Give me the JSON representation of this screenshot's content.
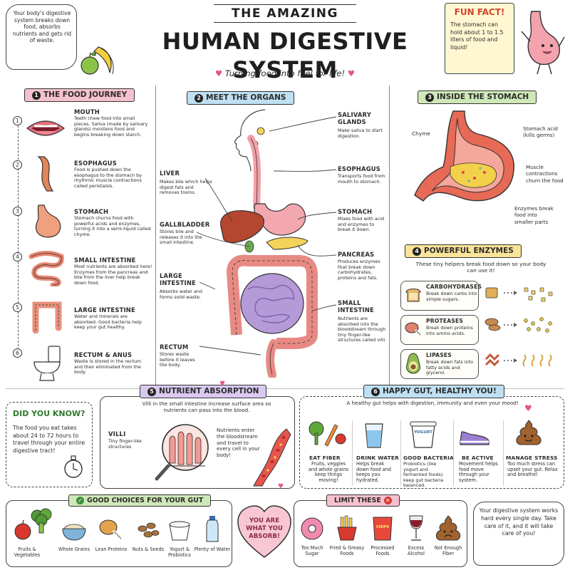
{
  "header": {
    "kicker": "THE AMAZING",
    "title": "HUMAN DIGESTIVE SYSTEM",
    "subtitle": "Turning food into fuel for life!"
  },
  "intro_note": "Your body's digestive system breaks down food, absorbs nutrients and gets rid of waste.",
  "fun_fact": {
    "title": "FUN FACT!",
    "text": "The stomach can hold about 1 to 1.5 liters of food and liquid!"
  },
  "food_journey": {
    "title": "THE FOOD JOURNEY",
    "number": "1",
    "steps": [
      {
        "n": "1",
        "name": "MOUTH",
        "text": "Teeth chew food into small pieces. Saliva (made by salivary glands) moistens food and begins breaking down starch."
      },
      {
        "n": "2",
        "name": "ESOPHAGUS",
        "text": "Food is pushed down the esophagus to the stomach by rhythmic muscle contractions called peristalsis."
      },
      {
        "n": "3",
        "name": "STOMACH",
        "text": "Stomach churns food with powerful acids and enzymes, turning it into a semi-liquid called chyme."
      },
      {
        "n": "4",
        "name": "SMALL INTESTINE",
        "text": "Most nutrients are absorbed here! Enzymes from the pancreas and bile from the liver help break down food."
      },
      {
        "n": "5",
        "name": "LARGE INTESTINE",
        "text": "Water and minerals are absorbed. Good bacteria help keep your gut healthy."
      },
      {
        "n": "6",
        "name": "RECTUM & ANUS",
        "text": "Waste is stored in the rectum and then eliminated from the body."
      }
    ]
  },
  "organs": {
    "title": "MEET THE ORGANS",
    "number": "2",
    "left": [
      {
        "name": "LIVER",
        "text": "Makes bile which helps digest fats and removes toxins."
      },
      {
        "name": "GALLBLADDER",
        "text": "Stores bile and releases it into the small intestine."
      },
      {
        "name": "LARGE INTESTINE",
        "text": "Absorbs water and forms solid waste."
      },
      {
        "name": "RECTUM",
        "text": "Stores waste before it leaves the body."
      }
    ],
    "right": [
      {
        "name": "SALIVARY GLANDS",
        "text": "Make saliva to start digestion."
      },
      {
        "name": "ESOPHAGUS",
        "text": "Transports food from mouth to stomach."
      },
      {
        "name": "STOMACH",
        "text": "Mixes food with acid and enzymes to break it down."
      },
      {
        "name": "PANCREAS",
        "text": "Produces enzymes that break down carbohydrates, proteins and fats."
      },
      {
        "name": "SMALL INTESTINE",
        "text": "Nutrients are absorbed into the bloodstream through tiny finger-like structures called villi."
      }
    ]
  },
  "stomach": {
    "title": "INSIDE THE STOMACH",
    "number": "3",
    "labels": {
      "chyme": "Chyme",
      "acid": "Stomach acid (kills germs)",
      "muscle": "Muscle contractions churn the food",
      "enzymes": "Enzymes break food into smaller parts"
    }
  },
  "enzymes": {
    "title": "POWERFUL ENZYMES",
    "number": "4",
    "intro": "These tiny helpers break food down so your body can use it!",
    "items": [
      {
        "name": "CARBOHYDRASES",
        "text": "Break down carbs into simple sugars."
      },
      {
        "name": "PROTEASES",
        "text": "Break down proteins into amino acids."
      },
      {
        "name": "LIPASES",
        "text": "Break down fats into fatty acids and glycerol."
      }
    ]
  },
  "did_you_know": {
    "title": "DID YOU KNOW?",
    "text": "The food you eat takes about 24 to 72 hours to travel through your entire digestive tract!"
  },
  "absorption": {
    "title": "NUTRIENT ABSORPTION",
    "number": "5",
    "intro": "Villi in the small intestine increase surface area so nutrients can pass into the blood.",
    "villi_title": "VILLI",
    "villi_text": "Tiny finger-like structures",
    "blood_text": "Nutrients enter the bloodstream and travel to every cell in your body!"
  },
  "happy_gut": {
    "title": "HAPPY GUT, HEALTHY YOU!",
    "number": "6",
    "intro": "A healthy gut helps with digestion, immunity and even your mood!",
    "tips": [
      {
        "name": "EAT FIBER",
        "text": "Fruits, veggies and whole grains keep things moving!"
      },
      {
        "name": "DRINK WATER",
        "text": "Helps break down food and keeps you hydrated."
      },
      {
        "name": "GOOD BACTERIA",
        "text": "Probiotics (like yogurt and fermented foods) keep gut bacteria balanced."
      },
      {
        "name": "BE ACTIVE",
        "text": "Movement helps food move through your system."
      },
      {
        "name": "MANAGE STRESS",
        "text": "Too much stress can upset your gut. Relax and breathe!"
      }
    ]
  },
  "good_choices": {
    "title": "GOOD CHOICES FOR YOUR GUT",
    "items": [
      "Fruits & Vegetables",
      "Whole Grains",
      "Lean Proteins",
      "Nuts & Seeds",
      "Yogurt & Probiotics",
      "Plenty of Water"
    ]
  },
  "heart_badge": "YOU ARE WHAT YOU ABSORB!",
  "limit": {
    "title": "LIMIT THESE",
    "items": [
      "Too Much Sugar",
      "Fried & Greasy Foods",
      "Processed Foods",
      "Excess Alcohol",
      "Not Enough Fiber"
    ],
    "chips_label": "CHIPS"
  },
  "closing_note": "Your digestive system works hard every single day. Take care of it, and it will take care of you!",
  "yogurt_label": "YOGURT",
  "colors": {
    "pink": "#f6c1cf",
    "blue": "#bfe0f3",
    "yellow": "#fbe39a",
    "green": "#cfe8b8",
    "organ_pink": "#f3a0a8",
    "intestine_purple": "#b59ad8",
    "liver": "#b5462f"
  }
}
